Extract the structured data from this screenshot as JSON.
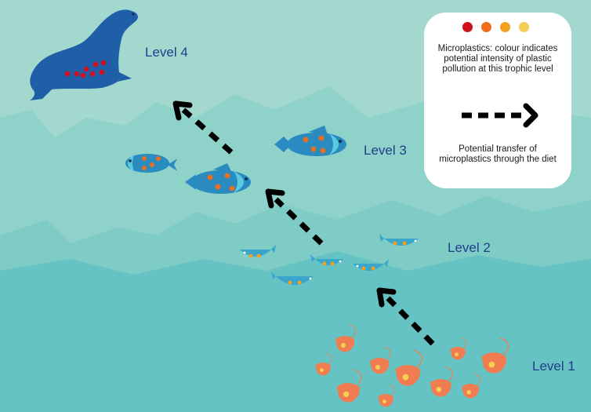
{
  "levels": {
    "level_4": "Level 4",
    "level_3": "Level 3",
    "level_2": "Level 2",
    "level_1": "Level 1"
  },
  "legend": {
    "colour_scale": [
      "#d0101d",
      "#ee6e1c",
      "#f4a01f",
      "#f3cf52"
    ],
    "microplastics_text": "Microplastics: colour indicates potential intensity of plastic pollution at this trophic level",
    "transfer_text": "Potential transfer of microplastics through the diet"
  },
  "colors": {
    "water_light": "#a3d8cf",
    "water_mid": "#86cfc8",
    "water_deep": "#63c3c4",
    "seal": "#1f5fa8",
    "level3_fish": "#2a8bc0",
    "level2_fish": "#3aa6cc",
    "shrimp": "#f07d52",
    "arrow": "#000000"
  }
}
